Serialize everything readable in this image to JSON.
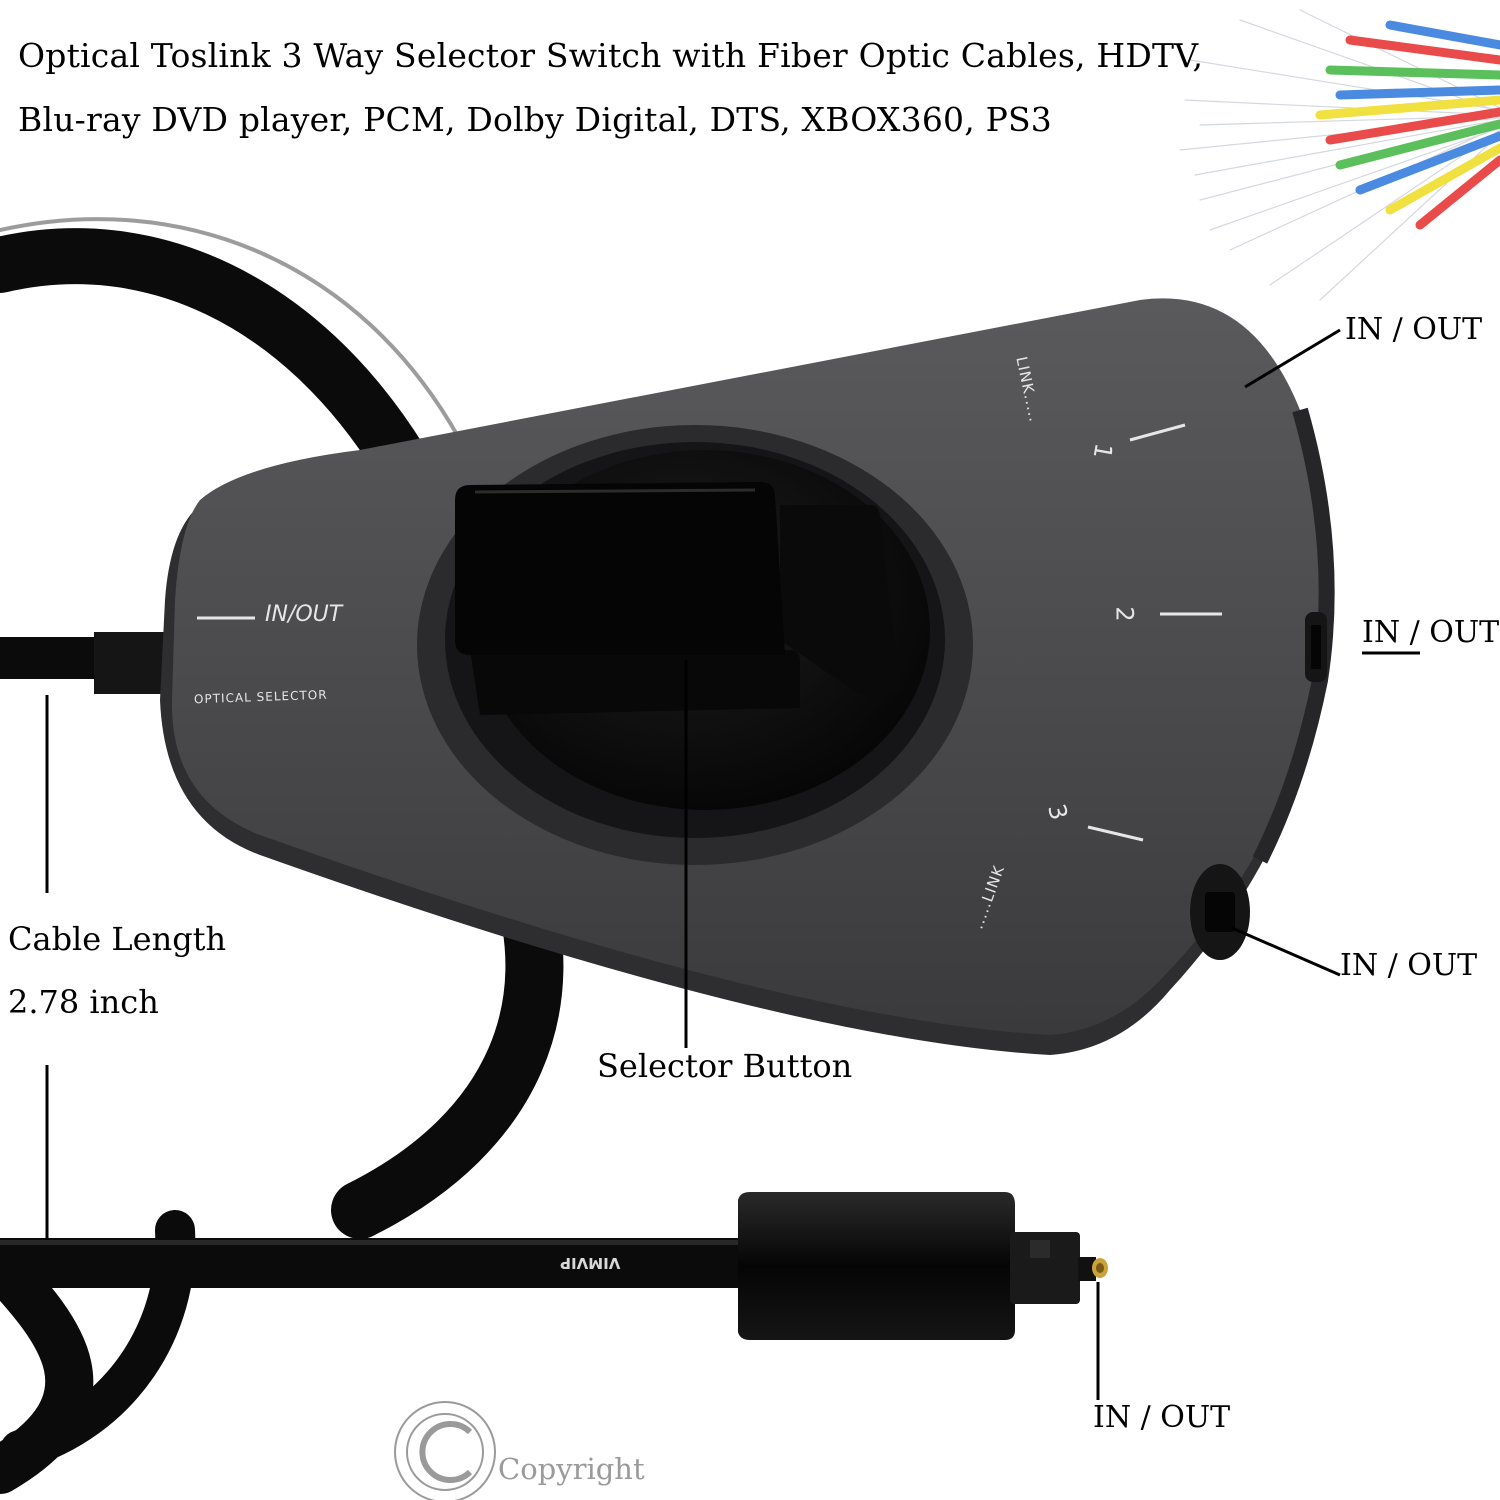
{
  "title": {
    "line1": "Optical Toslink 3 Way Selector Switch with Fiber Optic Cables, HDTV,",
    "line2": "Blu-ray DVD player, PCM, Dolby Digital, DTS, XBOX360, PS3"
  },
  "callouts": {
    "in_out_top": "IN / OUT",
    "in_out_right": "IN / OUT",
    "in_out_lower": "IN / OUT",
    "in_out_plug": "IN / OUT",
    "cable_length_label": "Cable Length",
    "cable_length_value": "2.78 inch",
    "selector_button": "Selector Button"
  },
  "device": {
    "in_out": "IN/OUT",
    "optical_selector": "OPTICAL SELECTOR",
    "link_top": "LINK.....",
    "link_bottom": ".....LINK",
    "port_1": "1",
    "port_2": "2",
    "port_3": "3",
    "cable_brand": "VIMVIP"
  },
  "watermark": {
    "text": "Copyright"
  },
  "colors": {
    "device_body": "#4a4a4c",
    "cable": "#0b0b0b",
    "knob": "#050505"
  }
}
